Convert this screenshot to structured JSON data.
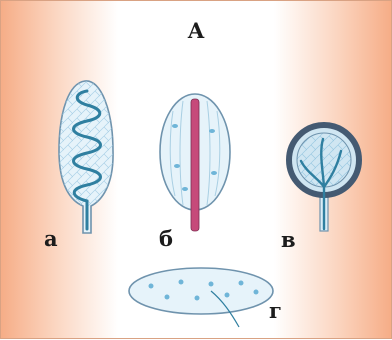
{
  "figure": {
    "title": "А",
    "labels": {
      "a": "а",
      "b": "б",
      "v": "в",
      "g": "г"
    }
  },
  "colors": {
    "edge": "#f6ad87",
    "organ_fill": "#e6f3fa",
    "organ_outline": "#6f93ad",
    "canal": "#2f7fa0",
    "cell": "#6fb5d8"
  }
}
